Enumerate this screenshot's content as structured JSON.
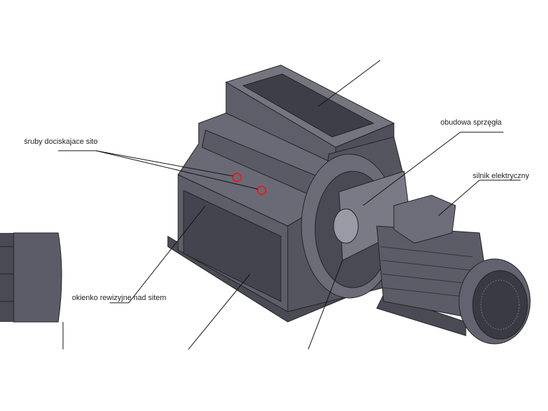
{
  "labels": {
    "screws": "śruby dociskajace sito",
    "coupling_housing": "obudowa sprzęgła",
    "motor": "silnik elektryczny",
    "inspection_window": "okienko rewizyjne nad sitem"
  },
  "colors": {
    "body": "#5a5a66",
    "body_dark": "#3c3c46",
    "body_light": "#8a8a96",
    "highlight": "#e02020",
    "line": "#111111"
  }
}
